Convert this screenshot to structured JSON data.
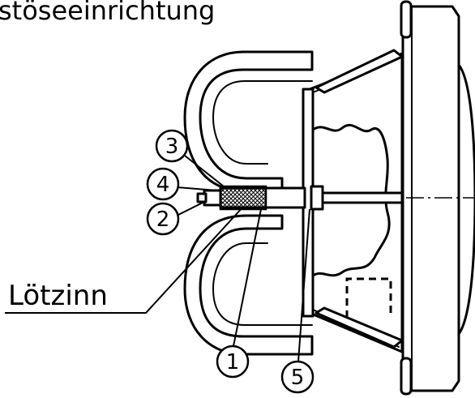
{
  "title": "stöseeinrichtung",
  "labels": {
    "solder": "Lötzinn"
  },
  "balloons": [
    {
      "id": "1",
      "text": "1"
    },
    {
      "id": "2",
      "text": "2"
    },
    {
      "id": "3",
      "text": "3"
    },
    {
      "id": "4",
      "text": "4"
    },
    {
      "id": "5",
      "text": "5"
    }
  ]
}
